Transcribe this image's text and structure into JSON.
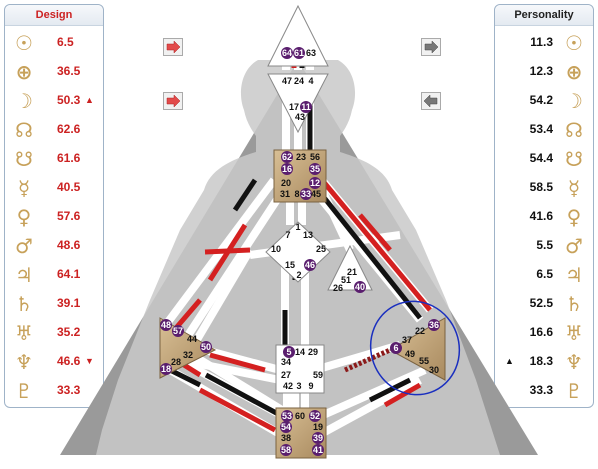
{
  "design_panel": {
    "title": "Design",
    "rows": [
      {
        "icon": "sun-icon",
        "glyph": "☉",
        "value": "6.5"
      },
      {
        "icon": "earth-icon",
        "glyph": "⊕",
        "value": "36.5"
      },
      {
        "icon": "moon-icon",
        "glyph": "☽",
        "value": "50.3",
        "marker": "▲"
      },
      {
        "icon": "north-node-icon",
        "glyph": "☊",
        "value": "62.6"
      },
      {
        "icon": "south-node-icon",
        "glyph": "☋",
        "value": "61.6"
      },
      {
        "icon": "mercury-icon",
        "glyph": "☿",
        "value": "40.5"
      },
      {
        "icon": "venus-icon",
        "glyph": "♀",
        "value": "57.6"
      },
      {
        "icon": "mars-icon",
        "glyph": "♂",
        "value": "48.6"
      },
      {
        "icon": "jupiter-icon",
        "glyph": "♃",
        "value": "64.1"
      },
      {
        "icon": "saturn-icon",
        "glyph": "♄",
        "value": "39.1"
      },
      {
        "icon": "uranus-icon",
        "glyph": "♅",
        "value": "35.2"
      },
      {
        "icon": "neptune-icon",
        "glyph": "♆",
        "value": "46.6",
        "marker": "▼"
      },
      {
        "icon": "pluto-icon",
        "glyph": "♇",
        "value": "33.3"
      }
    ]
  },
  "personality_panel": {
    "title": "Personality",
    "rows": [
      {
        "icon": "sun-icon",
        "glyph": "☉",
        "value": "11.3"
      },
      {
        "icon": "earth-icon",
        "glyph": "⊕",
        "value": "12.3"
      },
      {
        "icon": "moon-icon",
        "glyph": "☽",
        "value": "54.2"
      },
      {
        "icon": "north-node-icon",
        "glyph": "☊",
        "value": "53.4"
      },
      {
        "icon": "south-node-icon",
        "glyph": "☋",
        "value": "54.4"
      },
      {
        "icon": "mercury-icon",
        "glyph": "☿",
        "value": "58.5"
      },
      {
        "icon": "venus-icon",
        "glyph": "♀",
        "value": "41.6"
      },
      {
        "icon": "mars-icon",
        "glyph": "♂",
        "value": "5.5"
      },
      {
        "icon": "jupiter-icon",
        "glyph": "♃",
        "value": "6.5"
      },
      {
        "icon": "saturn-icon",
        "glyph": "♄",
        "value": "52.5"
      },
      {
        "icon": "uranus-icon",
        "glyph": "♅",
        "value": "16.6"
      },
      {
        "icon": "neptune-icon",
        "glyph": "♆",
        "value": "18.3",
        "marker": "▲"
      },
      {
        "icon": "pluto-icon",
        "glyph": "♇",
        "value": "33.3"
      }
    ]
  },
  "arrows": {
    "design_top": "right-arrow-icon",
    "design_bottom": "right-arrow-icon",
    "personality_top": "right-arrow-icon",
    "personality_bottom": "left-arrow-icon"
  },
  "colors": {
    "design": "#cc2222",
    "personality": "#111111",
    "gate_circle": "#5a1e6e",
    "defined_center": "#bfa27a",
    "highlight_ellipse": "#1a2fbf"
  },
  "bodygraph": {
    "head_gates": [
      "64",
      "61",
      "63"
    ],
    "ajna_gates": [
      "47",
      "24",
      "4",
      "17",
      "11",
      "43"
    ],
    "throat_gates": [
      "62",
      "23",
      "56",
      "16",
      "35",
      "20",
      "12",
      "31",
      "8",
      "33",
      "45"
    ],
    "g_gates": [
      "1",
      "7",
      "13",
      "10",
      "25",
      "15",
      "46",
      "2"
    ],
    "ego_gates": [
      "21",
      "51",
      "26",
      "40"
    ],
    "spleen_gates": [
      "48",
      "57",
      "44",
      "50",
      "32",
      "28",
      "18"
    ],
    "sacral_gates": [
      "5",
      "14",
      "29",
      "34",
      "27",
      "59",
      "42",
      "3",
      "9"
    ],
    "solar_plexus_gates": [
      "36",
      "22",
      "37",
      "6",
      "49",
      "55",
      "30"
    ],
    "root_gates": [
      "53",
      "60",
      "52",
      "54",
      "19",
      "38",
      "39",
      "58",
      "41"
    ]
  }
}
